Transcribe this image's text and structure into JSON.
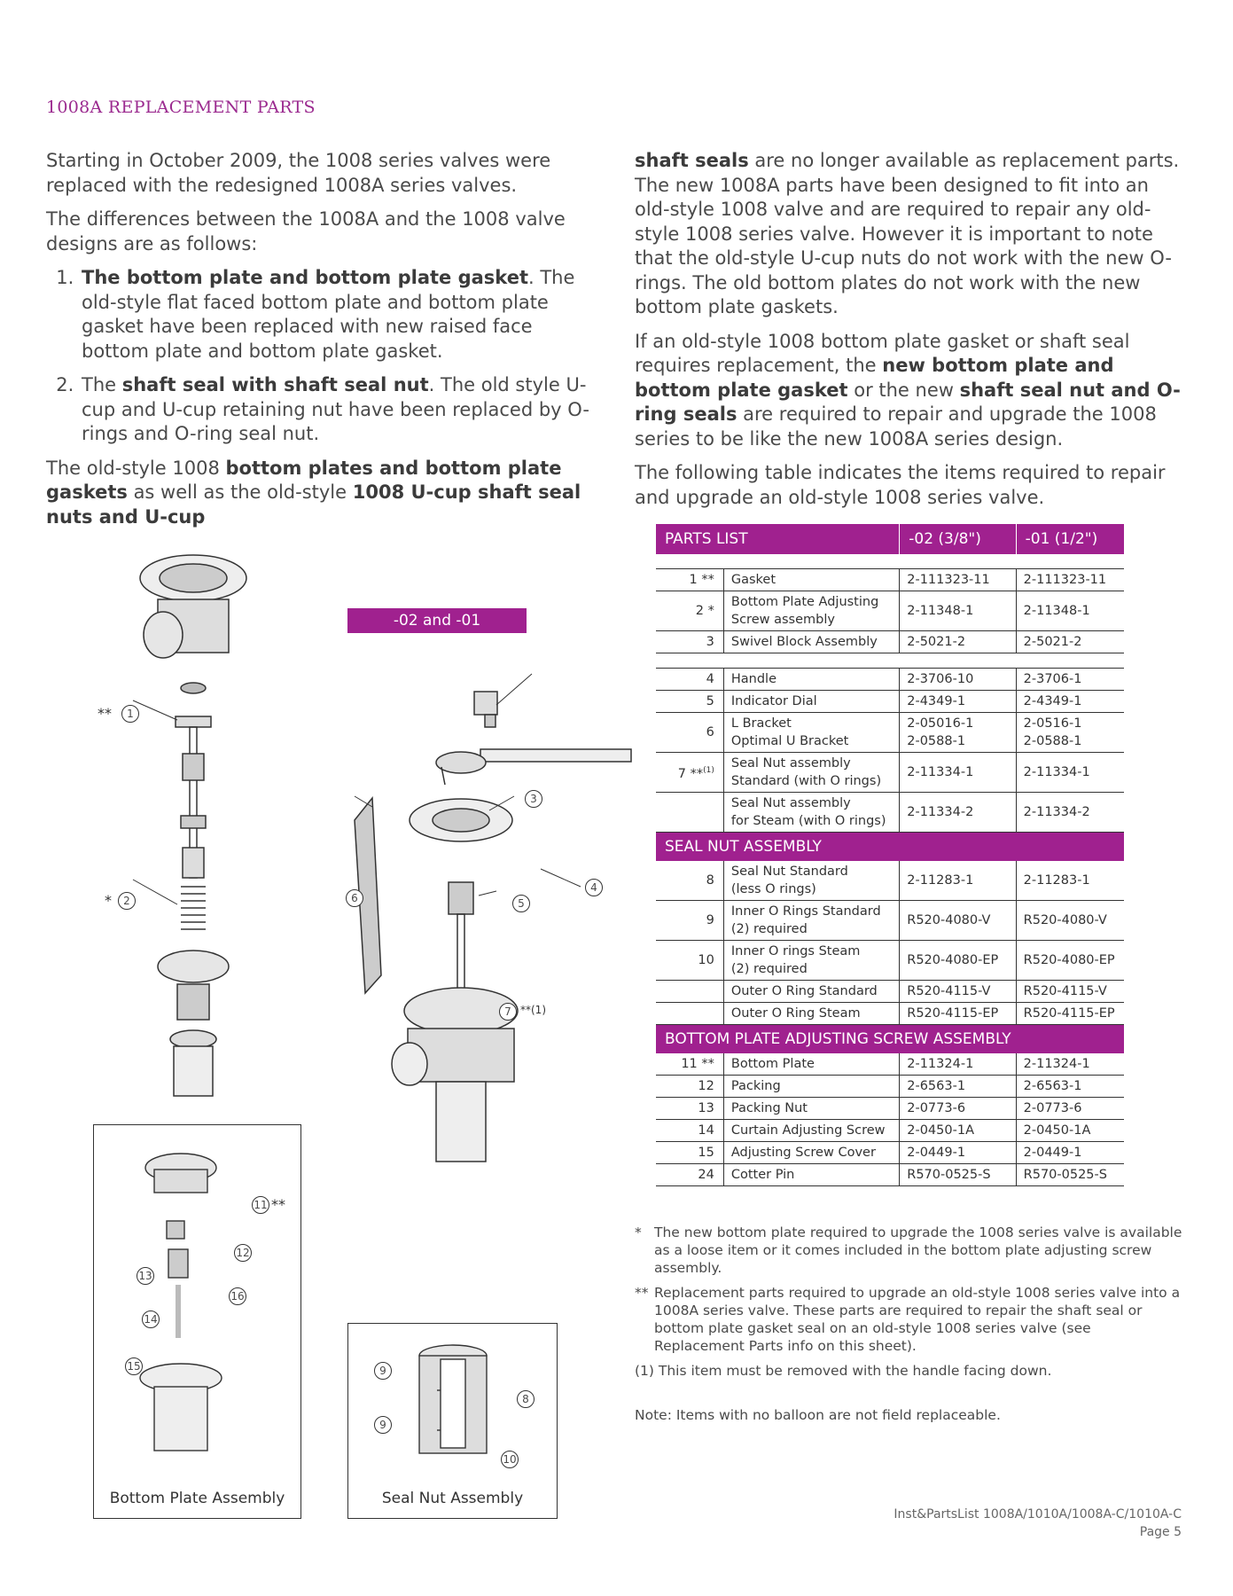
{
  "heading": "1008A REPLACEMENT PARTS",
  "left": {
    "p1": "Starting in October 2009, the 1008 series valves were replaced with the redesigned 1008A series valves.",
    "p2": "The differences between the 1008A and the 1008 valve designs are as follows:",
    "item1_bold": "The bottom plate and bottom plate gasket",
    "item1_rest": ". The old-style flat faced bottom plate and bottom plate gasket have been replaced with new raised face bottom plate and bottom plate gasket.",
    "item2_pre": "The ",
    "item2_bold": "shaft seal with shaft seal nut",
    "item2_rest": ". The old style U-cup and U-cup retaining nut have been replaced by O-rings and O-ring seal nut.",
    "p3_pre": "The old-style 1008 ",
    "p3_bold1": "bottom plates and bottom plate gaskets",
    "p3_mid": " as well as the old-style ",
    "p3_bold2": "1008 U-cup shaft seal nuts and U-cup"
  },
  "right": {
    "p1_bold": "shaft seals",
    "p1_rest": " are no longer available as replacement parts. The new 1008A parts have been designed to fit into an old-style 1008 valve and are required to repair any old-style 1008 series valve. However it is important to note that the old-style U-cup nuts do not work with the new O-rings. The old bottom plates do not work with the new bottom plate gaskets.",
    "p2_pre": "If an old-style 1008 bottom plate gasket or shaft seal requires replacement, the ",
    "p2_bold1": "new bottom plate and bottom plate gasket",
    "p2_mid": " or the new ",
    "p2_bold2": "shaft seal nut and O-ring seals",
    "p2_rest": " are required to repair and upgrade the 1008 series to be like the new 1008A series design.",
    "p3": "The following table indicates the items required to repair and upgrade an old-style 1008 series valve."
  },
  "table": {
    "headers": [
      "PARTS LIST",
      "-02 (3/8\")",
      "-01 (1/2\")"
    ],
    "section_seal": "SEAL NUT ASSEMBLY",
    "section_bottom": "BOTTOM PLATE ADJUSTING SCREW ASSEMBLY",
    "rows": [
      {
        "num": "1 **",
        "desc": "Gasket",
        "a": "2-111323-11",
        "b": "2-111323-11"
      },
      {
        "num": "2 *",
        "desc": "Bottom Plate Adjusting Screw assembly",
        "a": "2-11348-1",
        "b": "2-11348-1"
      },
      {
        "num": "3",
        "desc": "Swivel Block Assembly",
        "a": "2-5021-2",
        "b": "2-5021-2"
      },
      {
        "num": "4",
        "desc": "Handle",
        "a": "2-3706-10",
        "b": "2-3706-1"
      },
      {
        "num": "5",
        "desc": "Indicator Dial",
        "a": "2-4349-1",
        "b": "2-4349-1"
      },
      {
        "num": "6",
        "desc": "L Bracket",
        "desc2": "Optimal U Bracket",
        "a": "2-05016-1",
        "a2": "2-0588-1",
        "b": "2-0516-1",
        "b2": "2-0588-1"
      },
      {
        "num": "7 **",
        "numsup": "(1)",
        "desc": "Seal Nut assembly",
        "desc2": "Standard  (with O rings)",
        "a": "2-11334-1",
        "b": "2-11334-1"
      },
      {
        "num": "",
        "desc": "Seal Nut assembly",
        "desc2": "for Steam (with O rings)",
        "a": "2-11334-2",
        "b": "2-11334-2"
      },
      {
        "num": "8",
        "desc": "Seal Nut Standard",
        "desc2": "(less O rings)",
        "a": "2-11283-1",
        "b": "2-11283-1"
      },
      {
        "num": "9",
        "desc": "Inner O Rings Standard",
        "desc2": "(2) required",
        "a": "R520-4080-V",
        "b": "R520-4080-V"
      },
      {
        "num": "10",
        "desc": "Inner O rings Steam",
        "desc2": "(2) required",
        "a": "R520-4080-EP",
        "b": "R520-4080-EP"
      },
      {
        "num": "",
        "desc": "Outer O Ring Standard",
        "a": "R520-4115-V",
        "b": "R520-4115-V"
      },
      {
        "num": "",
        "desc": "Outer O Ring Steam",
        "a": "R520-4115-EP",
        "b": "R520-4115-EP"
      },
      {
        "num": "11 **",
        "desc": "Bottom Plate",
        "a": "2-11324-1",
        "b": "2-11324-1"
      },
      {
        "num": "12",
        "desc": "Packing",
        "a": "2-6563-1",
        "b": "2-6563-1"
      },
      {
        "num": "13",
        "desc": "Packing Nut",
        "a": "2-0773-6",
        "b": "2-0773-6"
      },
      {
        "num": "14",
        "desc": "Curtain Adjusting Screw",
        "a": "2-0450-1A",
        "b": "2-0450-1A"
      },
      {
        "num": "15",
        "desc": "Adjusting Screw Cover",
        "a": "2-0449-1",
        "b": "2-0449-1"
      },
      {
        "num": "24",
        "desc": "Cotter Pin",
        "a": "R570-0525-S",
        "b": "R570-0525-S"
      }
    ]
  },
  "notes": {
    "n1_mark": "*",
    "n1": "The new bottom plate required to upgrade the 1008 series valve is available as a loose item or it comes included in the bottom plate adjusting screw assembly.",
    "n2_mark": "**",
    "n2": "Replacement parts required to upgrade an old-style 1008 series valve into a 1008A series valve. These parts are required to repair the shaft seal or bottom plate gasket seal on an old-style 1008 series valve (see Replacement Parts info on this sheet).",
    "n3": "(1) This item must be removed with the handle facing down.",
    "n4": "Note: Items with no balloon are not field replaceable."
  },
  "diagram": {
    "badge": "-02 and -01",
    "bottom_caption": "Bottom Plate Assembly",
    "seal_caption": "Seal Nut Assembly",
    "balloons": [
      "1",
      "2",
      "3",
      "4",
      "5",
      "6",
      "7",
      "8",
      "9",
      "9",
      "10",
      "11",
      "12",
      "13",
      "14",
      "15",
      "16"
    ],
    "mark_double": "**",
    "mark_single": "*",
    "mark_7": "**(1)"
  },
  "footer": {
    "line1": "Inst&PartsList 1008A/1010A/1008A-C/1010A-C",
    "line2": "Page 5"
  }
}
